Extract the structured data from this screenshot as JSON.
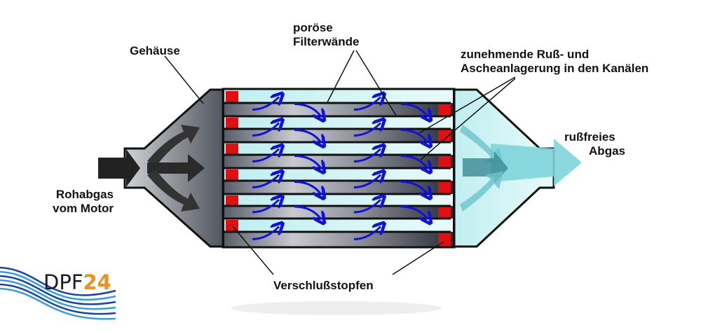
{
  "labels": {
    "housing": "Gehäuse",
    "porous_walls_1": "poröse",
    "porous_walls_2": "Filterwände",
    "deposits_1": "zunehmende Ruß- und",
    "deposits_2": "Ascheanlagerung in den Kanälen",
    "raw_gas_1": "Rohabgas",
    "raw_gas_2": "vom Motor",
    "clean_gas_1": "rußfreies",
    "clean_gas_2": "Abgas",
    "plugs": "Verschlußstopfen"
  },
  "logo": {
    "text_a": "DPF",
    "text_b": "24"
  },
  "colors": {
    "flow_arrow": "#1010e0",
    "plug": "#e01010",
    "clean_channel": "#c8eef0",
    "soot_channel": "#3a3e4a",
    "logo_orange": "#f0901e",
    "logo_blue": "#2060c8"
  }
}
